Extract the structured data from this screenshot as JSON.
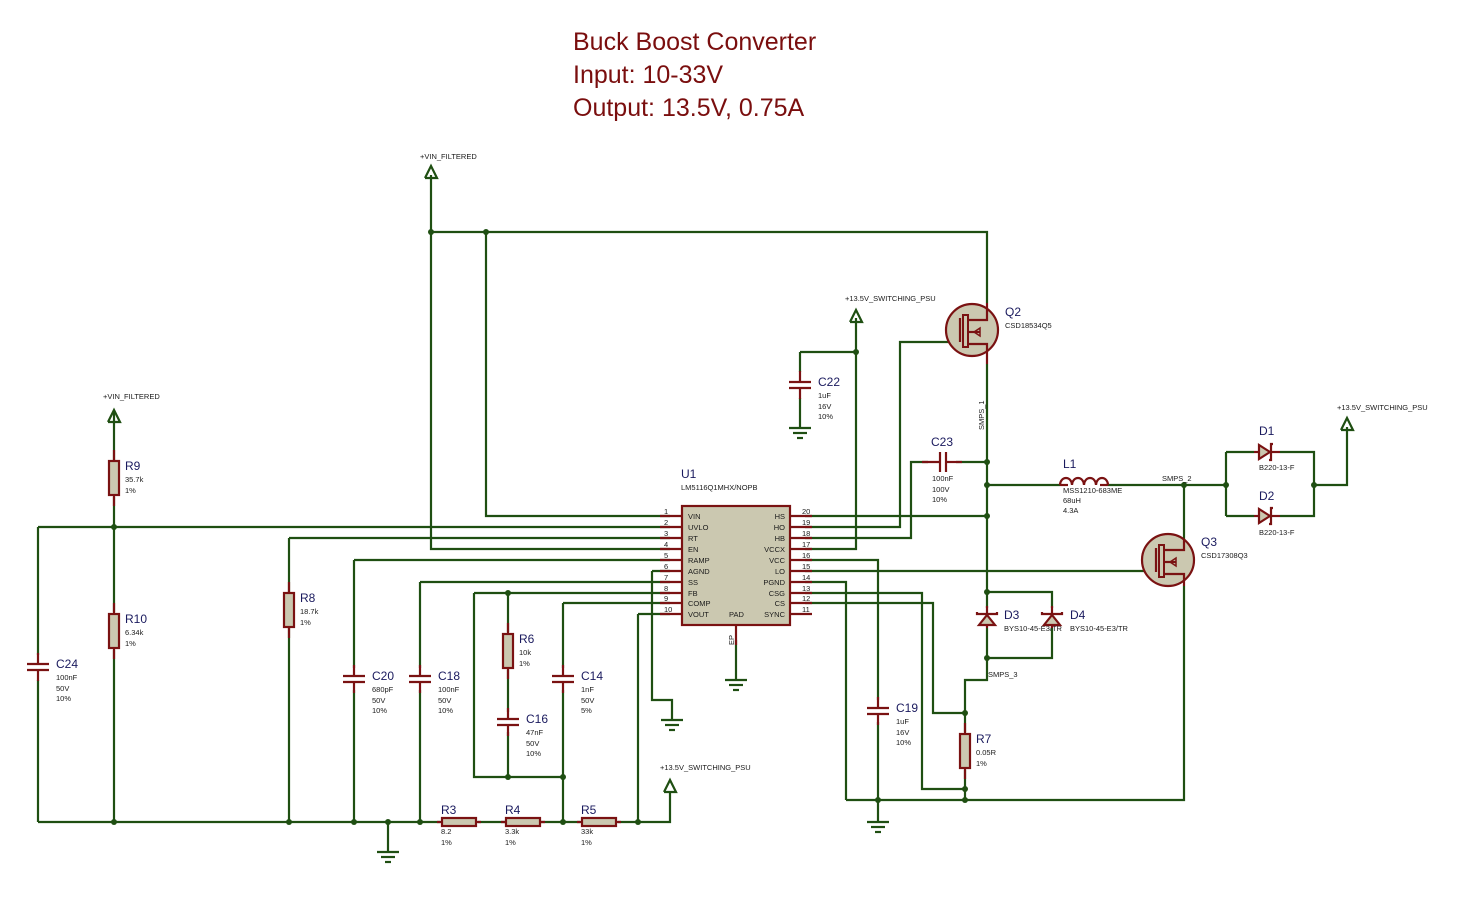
{
  "title": {
    "line1": "Buck Boost Converter",
    "line2": "Input: 10-33V",
    "line3": "Output: 13.5V, 0.75A",
    "color": "#7a0e0e"
  },
  "colors": {
    "wire": "#1f4f12",
    "component": "#7a1212",
    "component_fill": "#cbc8b0"
  },
  "power_ports": {
    "vin_top": "+VIN_FILTERED",
    "vin_left": "+VIN_FILTERED",
    "out_c22": "+13.5V_SWITCHING_PSU",
    "out_right": "+13.5V_SWITCHING_PSU",
    "out_bottom": "+13.5V_SWITCHING_PSU"
  },
  "nets": {
    "smps1": "SMPS_1",
    "smps2": "SMPS_2",
    "smps3": "SMPS_3"
  },
  "ic": {
    "ref": "U1",
    "part": "LM5116Q1MHX/NOPB",
    "pad_label": "PAD",
    "ep_label": "EP",
    "left_pins": [
      {
        "num": "1",
        "name": "VIN"
      },
      {
        "num": "2",
        "name": "UVLO"
      },
      {
        "num": "3",
        "name": "RT"
      },
      {
        "num": "4",
        "name": "EN"
      },
      {
        "num": "5",
        "name": "RAMP"
      },
      {
        "num": "6",
        "name": "AGND"
      },
      {
        "num": "7",
        "name": "SS"
      },
      {
        "num": "8",
        "name": "FB"
      },
      {
        "num": "9",
        "name": "COMP"
      },
      {
        "num": "10",
        "name": "VOUT"
      }
    ],
    "right_pins": [
      {
        "num": "20",
        "name": "HS"
      },
      {
        "num": "19",
        "name": "HO"
      },
      {
        "num": "18",
        "name": "HB"
      },
      {
        "num": "17",
        "name": "VCCX"
      },
      {
        "num": "16",
        "name": "VCC"
      },
      {
        "num": "15",
        "name": "LO"
      },
      {
        "num": "14",
        "name": "PGND"
      },
      {
        "num": "13",
        "name": "CSG"
      },
      {
        "num": "12",
        "name": "CS"
      },
      {
        "num": "11",
        "name": "SYNC"
      }
    ]
  },
  "components": {
    "Q2": {
      "ref": "Q2",
      "part": "CSD18534Q5"
    },
    "Q3": {
      "ref": "Q3",
      "part": "CSD17308Q3"
    },
    "L1": {
      "ref": "L1",
      "part": "MSS1210-683ME",
      "value": "68uH",
      "current": "4.3A"
    },
    "D1": {
      "ref": "D1",
      "part": "B220-13-F"
    },
    "D2": {
      "ref": "D2",
      "part": "B220-13-F"
    },
    "D3": {
      "ref": "D3",
      "part": "BYS10-45-E3/TR"
    },
    "D4": {
      "ref": "D4",
      "part": "BYS10-45-E3/TR"
    },
    "C22": {
      "ref": "C22",
      "value": "1uF",
      "voltage": "16V",
      "tol": "10%"
    },
    "C23": {
      "ref": "C23",
      "value": "100nF",
      "voltage": "100V",
      "tol": "10%"
    },
    "C19": {
      "ref": "C19",
      "value": "1uF",
      "voltage": "16V",
      "tol": "10%"
    },
    "C24": {
      "ref": "C24",
      "value": "100nF",
      "voltage": "50V",
      "tol": "10%"
    },
    "C20": {
      "ref": "C20",
      "value": "680pF",
      "voltage": "50V",
      "tol": "10%"
    },
    "C18": {
      "ref": "C18",
      "value": "100nF",
      "voltage": "50V",
      "tol": "10%"
    },
    "C16": {
      "ref": "C16",
      "value": "47nF",
      "voltage": "50V",
      "tol": "10%"
    },
    "C14": {
      "ref": "C14",
      "value": "1nF",
      "voltage": "50V",
      "tol": "5%"
    },
    "R9": {
      "ref": "R9",
      "value": "35.7k",
      "tol": "1%"
    },
    "R10": {
      "ref": "R10",
      "value": "6.34k",
      "tol": "1%"
    },
    "R8": {
      "ref": "R8",
      "value": "18.7k",
      "tol": "1%"
    },
    "R6": {
      "ref": "R6",
      "value": "10k",
      "tol": "1%"
    },
    "R3": {
      "ref": "R3",
      "value": "8.2",
      "tol": "1%"
    },
    "R4": {
      "ref": "R4",
      "value": "3.3k",
      "tol": "1%"
    },
    "R5": {
      "ref": "R5",
      "value": "33k",
      "tol": "1%"
    },
    "R7": {
      "ref": "R7",
      "value": "0.05R",
      "tol": "1%"
    }
  }
}
